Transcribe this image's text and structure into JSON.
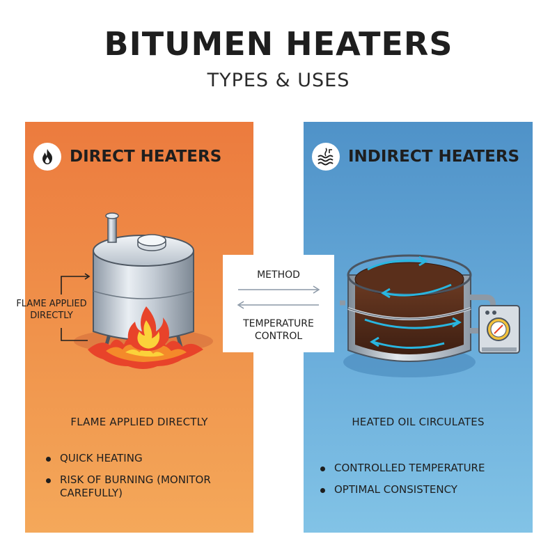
{
  "title": "BITUMEN HEATERS",
  "subtitle": "TYPES & USES",
  "direct": {
    "heading": "DIRECT HEATERS",
    "icon": "flame-icon",
    "side_label": "FLAME APPLIED DIRECTLY",
    "description": "FLAME APPLIED DIRECTLY",
    "bullets": [
      "QUICK HEATING",
      "RISK OF BURNING (MONITOR CAREFULLY)"
    ],
    "color": "#ec7b3e"
  },
  "indirect": {
    "heading": "INDIRECT HEATERS",
    "icon": "heated-oil-icon",
    "description": "HEATED OIL CIRCULATES",
    "bullets": [
      "CONTROLLED TEMPERATURE",
      "OPTIMAL CONSISTENCY"
    ],
    "color": "#4f92c8"
  },
  "comparison": {
    "method": "METHOD",
    "temperature_control": "TEMPERATURE CONTROL"
  }
}
